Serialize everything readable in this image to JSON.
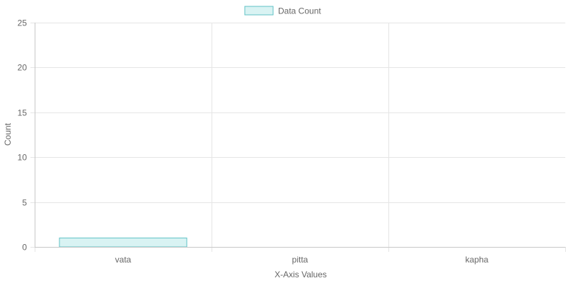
{
  "chart_data": {
    "type": "bar",
    "categories": [
      "vata",
      "pitta",
      "kapha"
    ],
    "series": [
      {
        "name": "Data Count",
        "values": [
          1,
          0,
          0
        ],
        "fill_color": "#d9f3f3",
        "border_color": "#5fc2c6"
      }
    ],
    "xlabel": "X-Axis Values",
    "ylabel": "Count",
    "ylim": [
      0,
      25
    ],
    "yticks": [
      0,
      5,
      10,
      15,
      20,
      25
    ],
    "grid": true,
    "legend_position": "top-center",
    "grid_color": "#e5e5e5",
    "axis_color": "#c8c8c8"
  }
}
